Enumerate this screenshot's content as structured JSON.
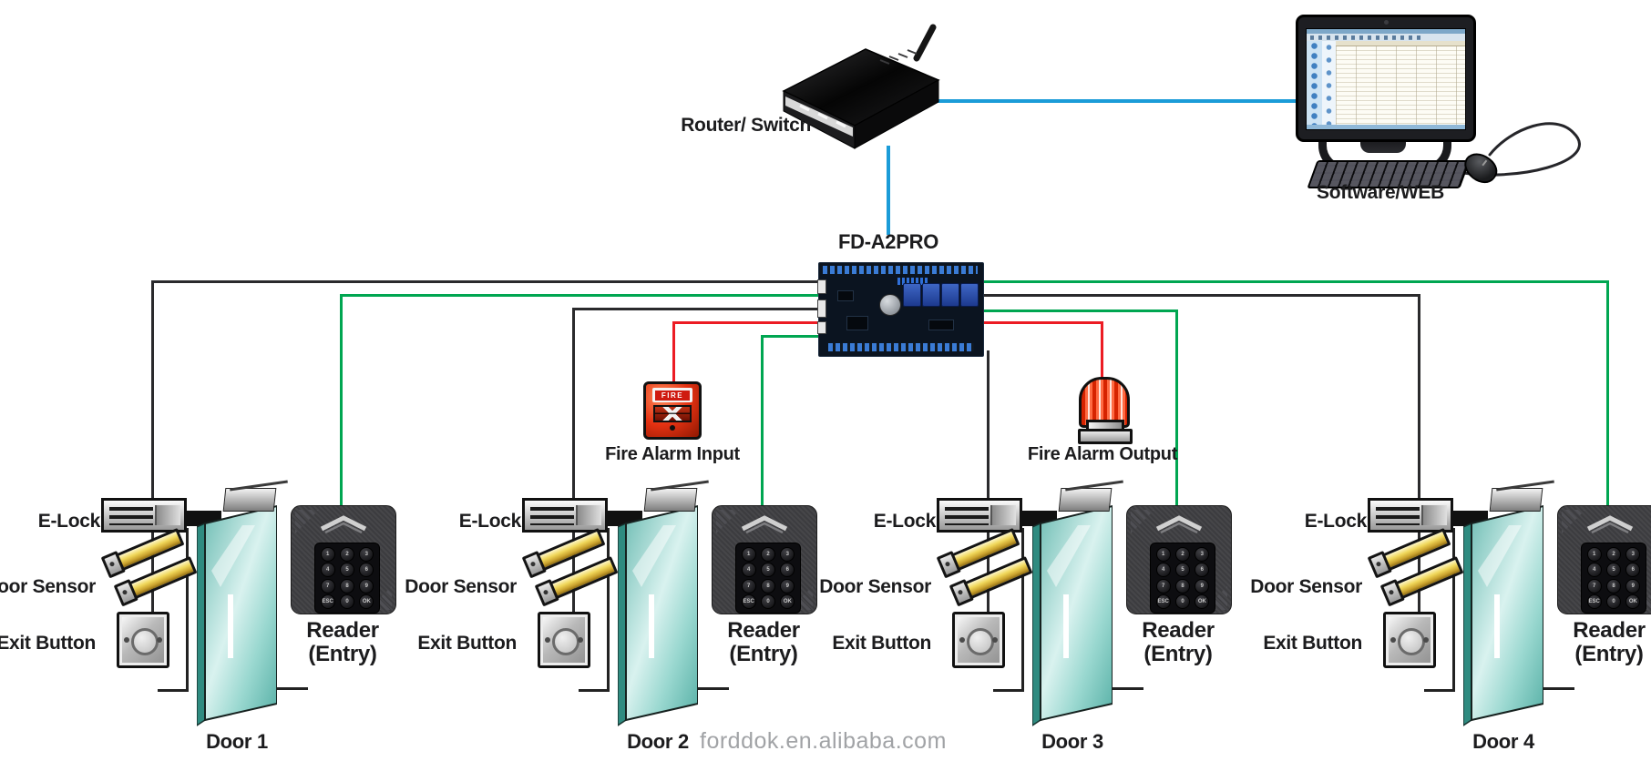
{
  "colors": {
    "wire_blue": "#1b9cd8",
    "wire_green": "#00a651",
    "wire_red": "#ec1c24",
    "wire_black": "#2a2a2c",
    "sensor_gold": "#f0d75a",
    "label": "#1c1c1e",
    "watermark": "#a1a3a6"
  },
  "top": {
    "router_label": "Router/ Switch",
    "computer_label": "Software/WEB",
    "controller_label": "FD-A2PRO"
  },
  "fire": {
    "input_label": "Fire Alarm Input",
    "output_label": "Fire Alarm Output",
    "panel_text": "FIRE"
  },
  "door_group": {
    "elock_label": "E-Lock",
    "sensor_label": "Door Sensor",
    "exit_label": "Exit Button",
    "reader_label_line1": "Reader",
    "reader_label_line2": "(Entry)",
    "keypad_keys": [
      "1",
      "2",
      "3",
      "4",
      "5",
      "6",
      "7",
      "8",
      "9",
      "ESC",
      "0",
      "OK"
    ]
  },
  "doors": [
    {
      "name": "Door 1"
    },
    {
      "name": "Door 2"
    },
    {
      "name": "Door 3"
    },
    {
      "name": "Door 4"
    }
  ],
  "watermark": "forddok.en.alibaba.com"
}
